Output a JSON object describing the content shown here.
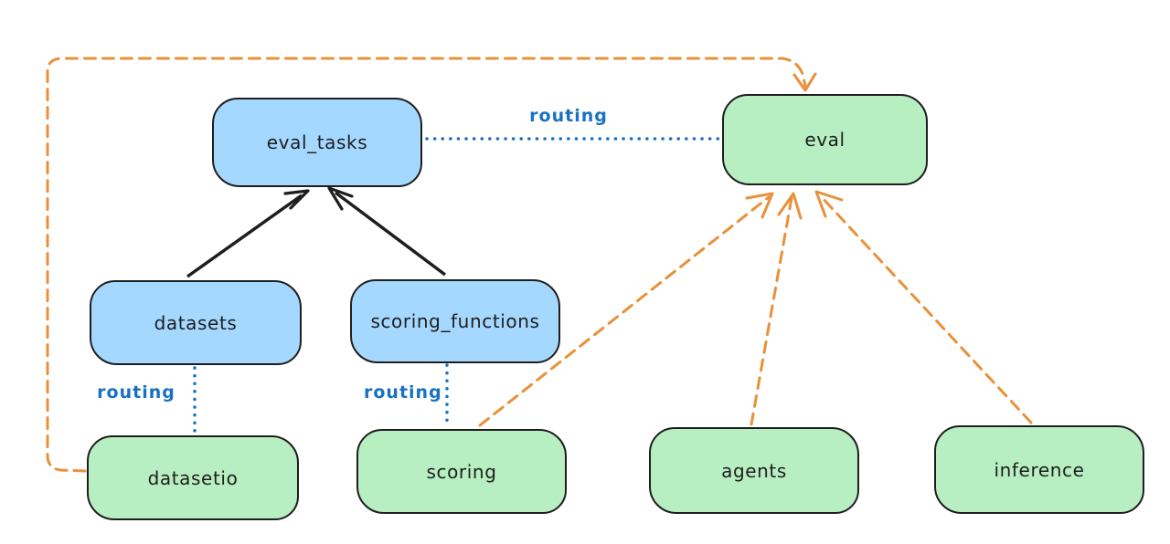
{
  "diagram": {
    "nodes": {
      "eval_tasks": {
        "label": "eval_tasks",
        "kind": "api"
      },
      "eval": {
        "label": "eval",
        "kind": "provider"
      },
      "datasets": {
        "label": "datasets",
        "kind": "api"
      },
      "scoring_functions": {
        "label": "scoring_functions",
        "kind": "api"
      },
      "datasetio": {
        "label": "datasetio",
        "kind": "provider"
      },
      "scoring": {
        "label": "scoring",
        "kind": "provider"
      },
      "agents": {
        "label": "agents",
        "kind": "provider"
      },
      "inference": {
        "label": "inference",
        "kind": "provider"
      }
    },
    "edge_labels": {
      "routing_eval_tasks_eval": "routing",
      "routing_datasets_datasetio": "routing",
      "routing_scoring_functions_scoring": "routing"
    },
    "edges": [
      {
        "from": "datasets",
        "to": "eval_tasks",
        "style": "solid-black-arrow"
      },
      {
        "from": "scoring_functions",
        "to": "eval_tasks",
        "style": "solid-black-arrow"
      },
      {
        "from": "eval_tasks",
        "to": "eval",
        "style": "blue-dotted",
        "label": "routing"
      },
      {
        "from": "datasets",
        "to": "datasetio",
        "style": "blue-dotted",
        "label": "routing"
      },
      {
        "from": "scoring_functions",
        "to": "scoring",
        "style": "blue-dotted",
        "label": "routing"
      },
      {
        "from": "datasetio",
        "to": "eval",
        "style": "orange-dashed-arrow"
      },
      {
        "from": "scoring",
        "to": "eval",
        "style": "orange-dashed-arrow"
      },
      {
        "from": "agents",
        "to": "eval",
        "style": "orange-dashed-arrow"
      },
      {
        "from": "inference",
        "to": "eval",
        "style": "orange-dashed-arrow"
      }
    ],
    "colors": {
      "api_fill": "#a5d8ff",
      "provider_fill": "#b8efc2",
      "stroke": "#1e1e1e",
      "routing": "#1971c2",
      "dependency": "#e8913a",
      "canvas_bg": "#ffffff"
    }
  }
}
